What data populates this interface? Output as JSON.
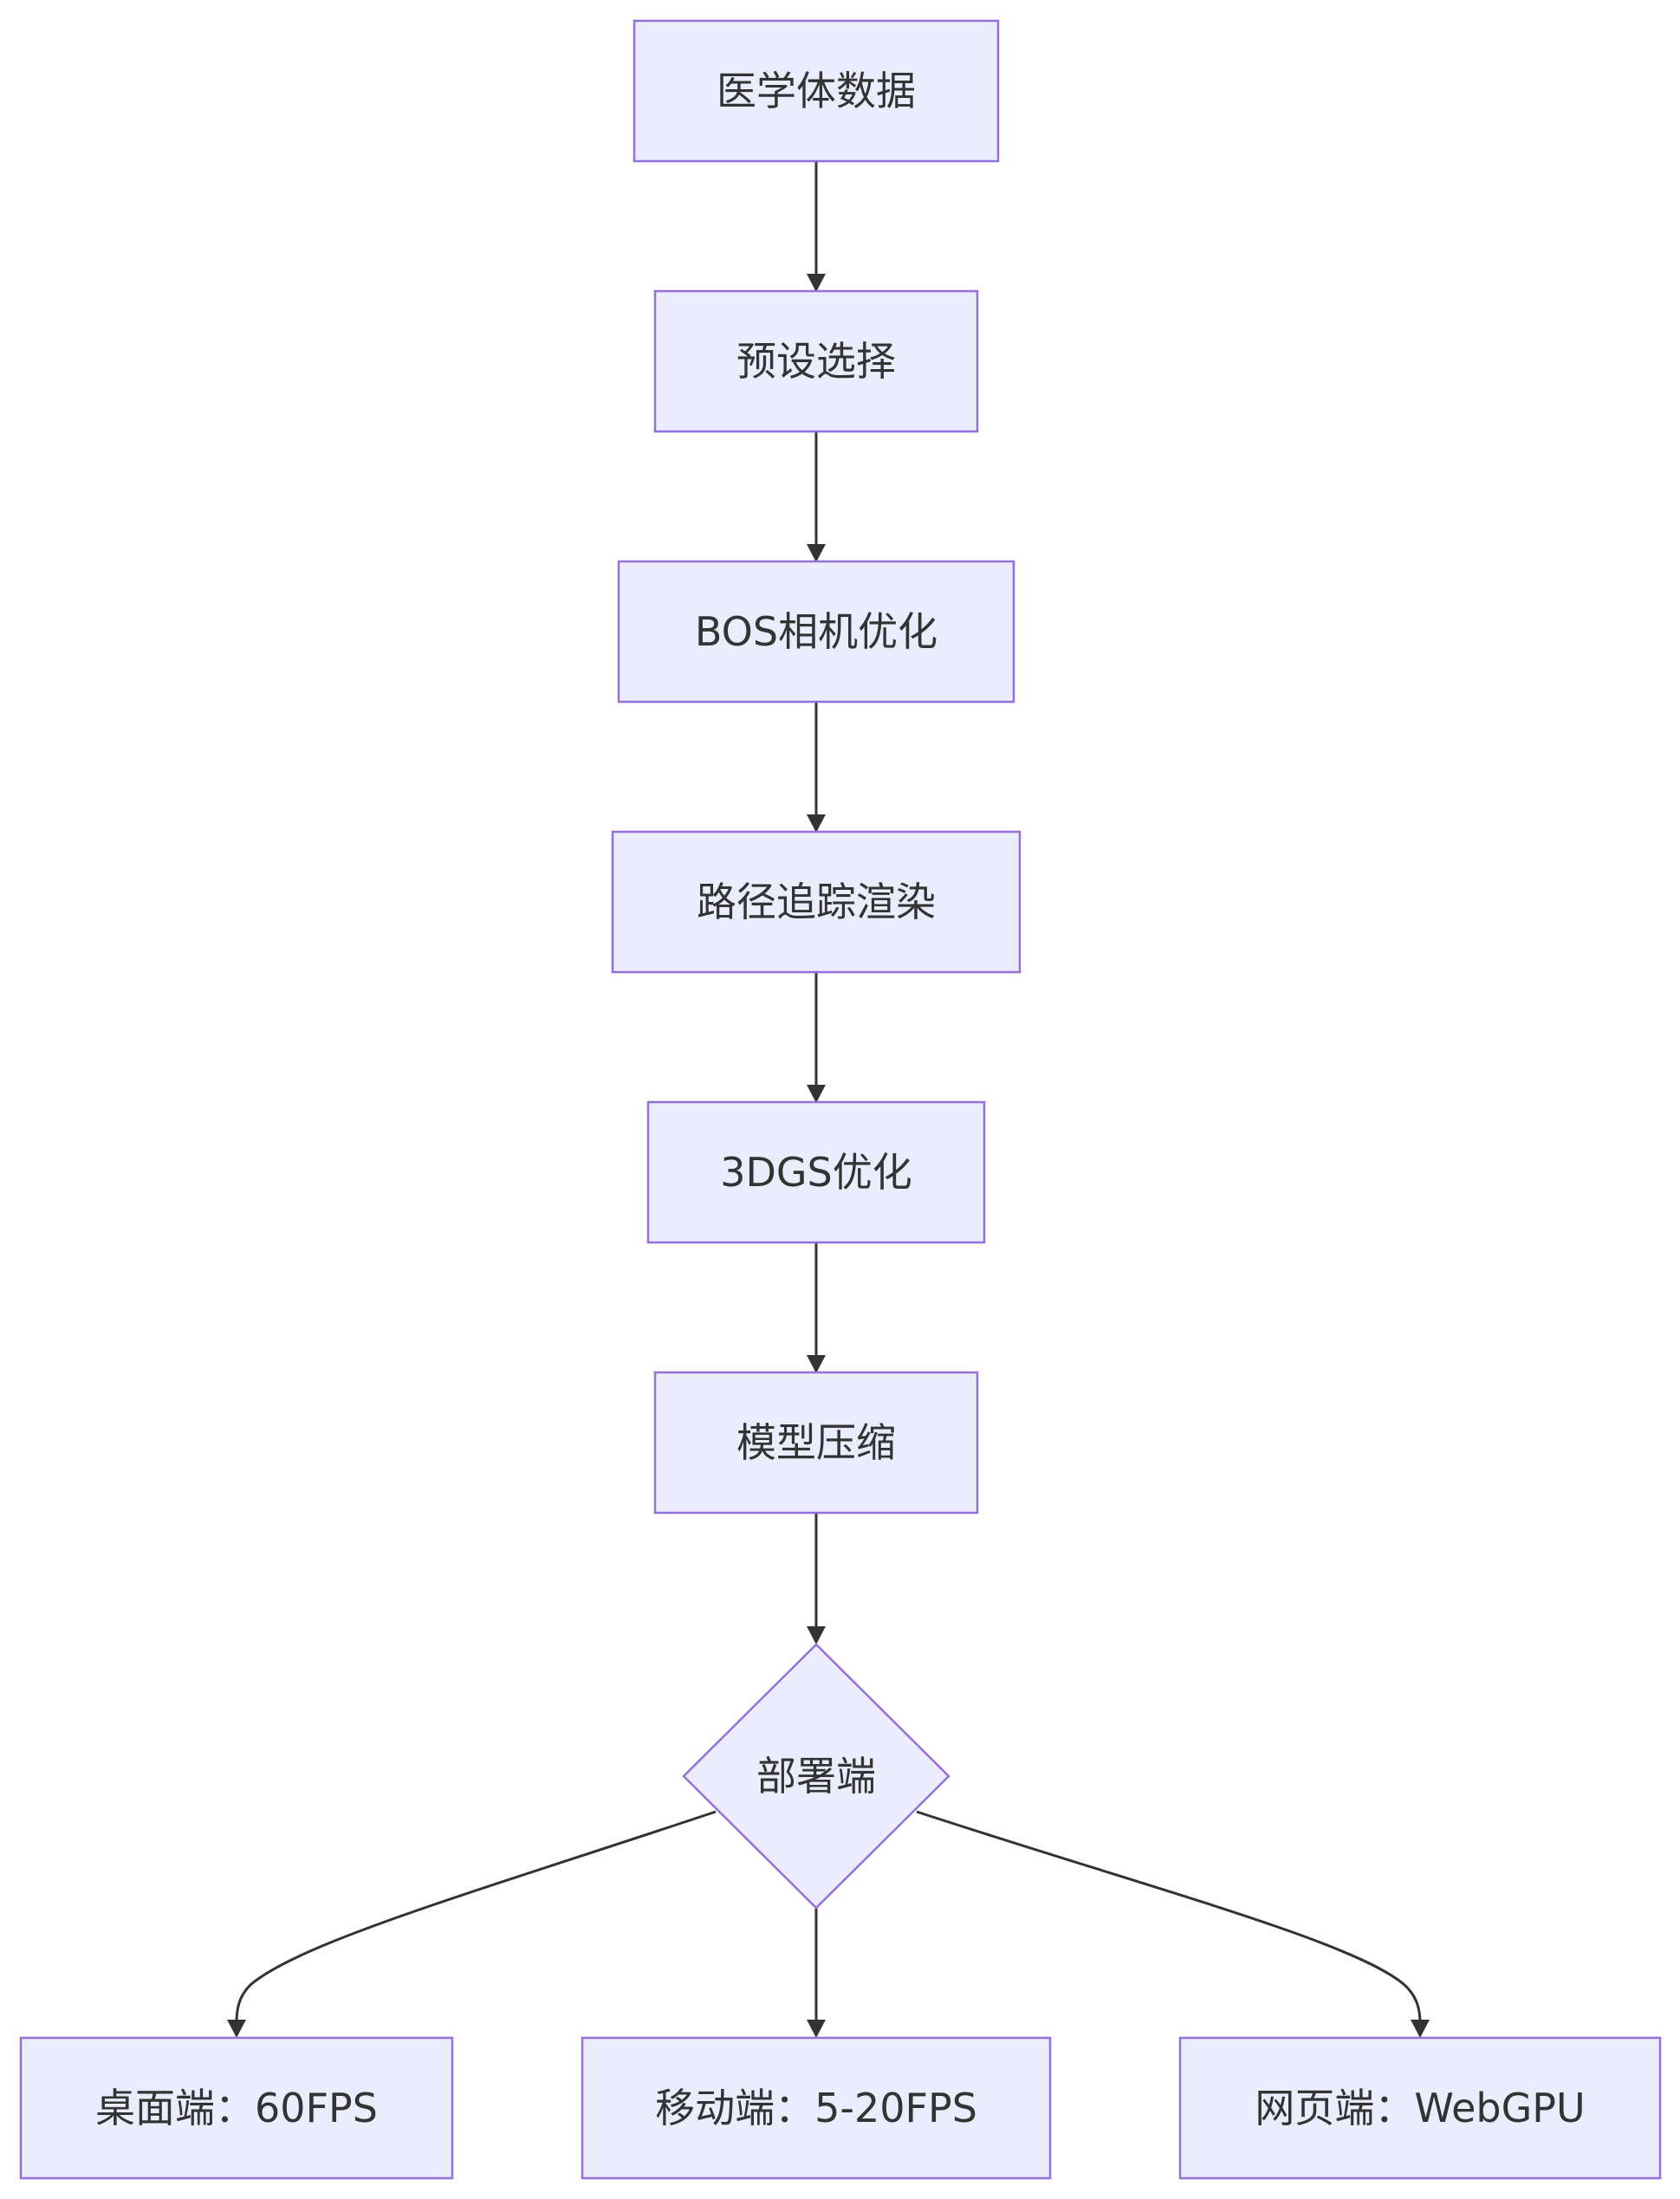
{
  "diagram": {
    "type": "flowchart",
    "nodes": {
      "n1": {
        "label": "医学体数据",
        "shape": "rect"
      },
      "n2": {
        "label": "预设选择",
        "shape": "rect"
      },
      "n3": {
        "label": "BOS相机优化",
        "shape": "rect"
      },
      "n4": {
        "label": "路径追踪渲染",
        "shape": "rect"
      },
      "n5": {
        "label": "3DGS优化",
        "shape": "rect"
      },
      "n6": {
        "label": "模型压缩",
        "shape": "rect"
      },
      "n7": {
        "label": "部署端",
        "shape": "diamond"
      },
      "n8": {
        "label": "桌面端：60FPS",
        "shape": "rect"
      },
      "n9": {
        "label": "移动端：5-20FPS",
        "shape": "rect"
      },
      "n10": {
        "label": "网页端：WebGPU",
        "shape": "rect"
      }
    },
    "edges": [
      {
        "from": "n1",
        "to": "n2"
      },
      {
        "from": "n2",
        "to": "n3"
      },
      {
        "from": "n3",
        "to": "n4"
      },
      {
        "from": "n4",
        "to": "n5"
      },
      {
        "from": "n5",
        "to": "n6"
      },
      {
        "from": "n6",
        "to": "n7"
      },
      {
        "from": "n7",
        "to": "n8"
      },
      {
        "from": "n7",
        "to": "n9"
      },
      {
        "from": "n7",
        "to": "n10"
      }
    ],
    "colors": {
      "node_fill": "#ececff",
      "node_stroke": "#9370db",
      "edge": "#333333",
      "text": "#333333"
    }
  }
}
